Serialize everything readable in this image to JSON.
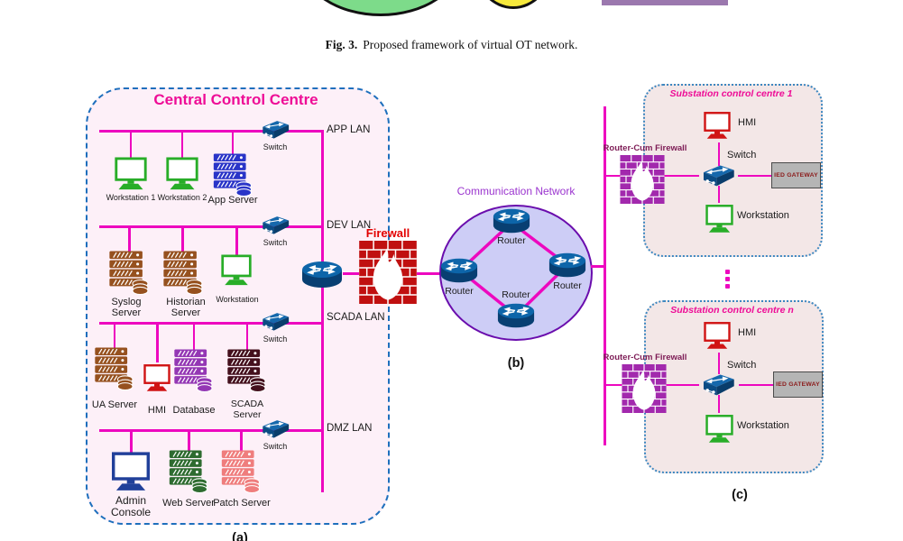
{
  "figure": {
    "caption_bold": "Fig. 3.",
    "caption_rest": "Proposed framework of virtual OT network.",
    "label_a": "(a)",
    "label_b": "(b)",
    "label_c": "(c)"
  },
  "central": {
    "title": "Central Control Centre",
    "firewall_label": "Firewall",
    "switch_label": "Switch",
    "lan_labels": [
      "APP LAN",
      "DEV LAN",
      "SCADA LAN",
      "DMZ LAN"
    ],
    "devices": {
      "workstation1": "Workstation 1",
      "workstation2": "Workstation 2",
      "app_server": "App Server",
      "syslog_server": "Syslog Server",
      "historian_server": "Historian Server",
      "workstation": "Workstation",
      "ua_server": "UA Server",
      "hmi": "HMI",
      "database": "Database",
      "scada_server": "SCADA Server",
      "admin_console": "Admin Console",
      "web_server": "Web Server",
      "patch_server": "Patch Server"
    }
  },
  "network": {
    "title": "Communication Network",
    "router_label": "Router"
  },
  "substation1": {
    "title": "Substation  control centre 1",
    "firewall_label": "Router-Cum Firewall",
    "hmi": "HMI",
    "switch": "Switch",
    "gateway": "IED GATEWAY",
    "workstation": "Workstation"
  },
  "substationN": {
    "title": "Substation control centre n",
    "firewall_label": "Router-Cum Firewall",
    "hmi": "HMI",
    "switch": "Switch",
    "gateway": "IED GATEWAY",
    "workstation": "Workstation"
  },
  "colors": {
    "line_magenta": "#ed08bf",
    "title_magenta": "#ee0c96",
    "border_blue": "#1e6fbd",
    "central_fill": "#fdf0f8",
    "substation_fill": "#f3e7e7",
    "ellipse_fill": "#cdcdf6",
    "ellipse_border": "#6a0dad",
    "firewall_red": "#c01010",
    "firewall_purple": "#a229ad",
    "comm_title": "#9b35cf",
    "fw_label": "#e20000"
  }
}
